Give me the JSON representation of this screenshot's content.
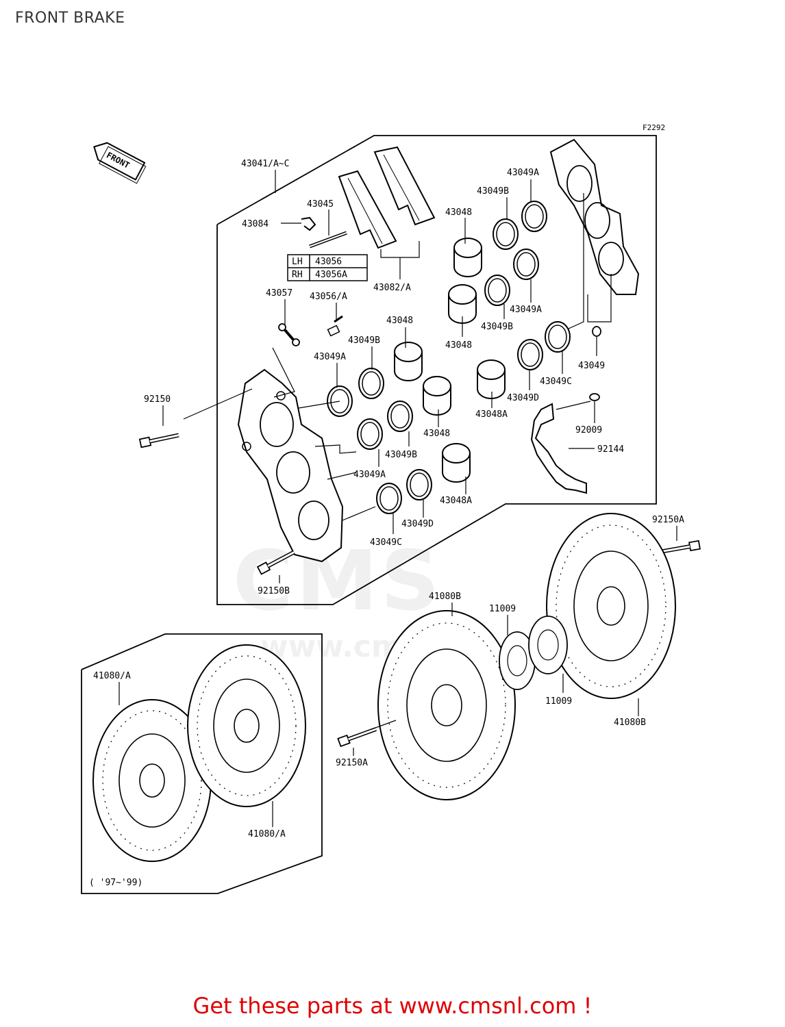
{
  "title": "FRONT BRAKE",
  "figure_code": "F2292",
  "direction_label": "FRONT",
  "watermark": {
    "brand": "CMS",
    "url": "www.cmsnl.com"
  },
  "table": {
    "rows": [
      {
        "side": "LH",
        "part": "43056"
      },
      {
        "side": "RH",
        "part": "43056A"
      }
    ]
  },
  "labels": {
    "p43041": "43041/A~C",
    "p43045": "43045",
    "p43084": "43084",
    "p43082": "43082/A",
    "p43057": "43057",
    "p43056a": "43056/A",
    "p43049A_top": "43049A",
    "p43049B_top": "43049B",
    "p43048_top": "43048",
    "p43049A_mid": "43049A",
    "p43049B_mid": "43049B",
    "p43048_mid": "43048",
    "p43049C_right": "43049C",
    "p43049_right": "43049",
    "p43049D_right": "43049D",
    "p43048A_right": "43048A",
    "p92009": "92009",
    "p92144": "92144",
    "p43048_l1": "43048",
    "p43049B_l1": "43049B",
    "p43049A_l1": "43049A",
    "p43048_l2": "43048",
    "p43049B_l2": "43049B",
    "p43049A_l2": "43049A",
    "p43048A_l": "43048A",
    "p43049D_l": "43049D",
    "p43049C_l": "43049C",
    "p92150": "92150",
    "p92150B": "92150B",
    "p92150A_r": "92150A",
    "p41080B_c": "41080B",
    "p11009_a": "11009",
    "p11009_b": "11009",
    "p41080B_r": "41080B",
    "p92150A_c": "92150A",
    "p41080A_a": "41080/A",
    "p41080A_b": "41080/A",
    "years": "( '97~'99)"
  },
  "footer": "Get these parts at www.cmsnl.com !",
  "colors": {
    "footer": "#e00000",
    "line": "#000000"
  }
}
